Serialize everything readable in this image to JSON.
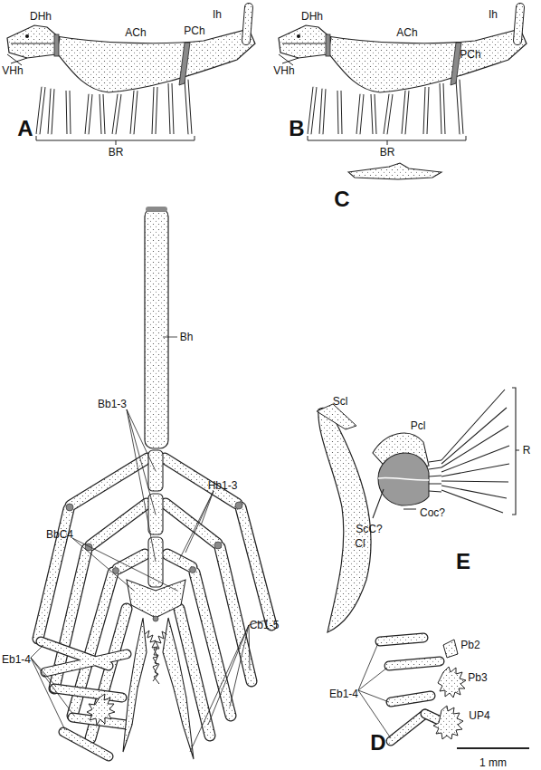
{
  "diagram": {
    "labels": [
      "DHh",
      "Ih",
      "ACh",
      "PCh",
      "VHh",
      "BR",
      "A",
      "DHh",
      "Ih",
      "ACh",
      "PCh",
      "VHh",
      "BR",
      "B",
      "C",
      "Bh",
      "Bb1-3",
      "Hb1-3",
      "BbC4",
      "Eb1-4",
      "Cb1-5",
      "Scl",
      "Pcl",
      "R",
      "Cl",
      "ScC?",
      "Coc?",
      "E",
      "Eb1-4",
      "Pb2",
      "Pb3",
      "UP4",
      "D",
      "1 mm"
    ]
  }
}
